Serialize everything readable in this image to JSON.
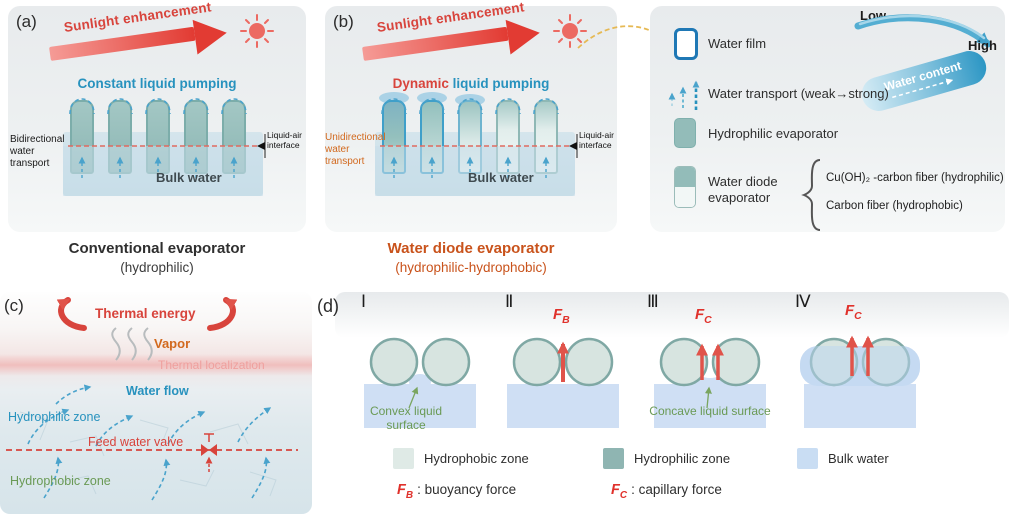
{
  "panel_a": {
    "label": "(a)",
    "sunlight": "Sunlight enhancement",
    "pumping": "Constant liquid pumping",
    "transport_label": "Bidirectional water transport",
    "interface_label": "Liquid-air interface",
    "bulk_water": "Bulk water",
    "title": "Conventional evaporator",
    "subtitle": "(hydrophilic)"
  },
  "panel_b": {
    "label": "(b)",
    "sunlight": "Sunlight enhancement",
    "pumping_accent": "Dynamic",
    "pumping_rest": "liquid pumping",
    "transport_label": "Unidirectional water transport",
    "interface_label": "Liquid-air interface",
    "bulk_water": "Bulk water",
    "title": "Water diode evaporator",
    "subtitle": "(hydrophilic-hydrophobic)"
  },
  "legend": {
    "water_film": "Water film",
    "water_transport": "Water transport (weak→strong)",
    "hydrophilic": "Hydrophilic evaporator",
    "water_diode": "Water diode evaporator",
    "diode_hydrophilic": "Cu(OH)₂ -carbon fiber (hydrophilic)",
    "diode_hydrophobic": "Carbon fiber (hydrophobic)",
    "low": "Low",
    "high": "High",
    "water_content": "Water content"
  },
  "panel_c": {
    "label": "(c)",
    "thermal_energy": "Thermal energy",
    "vapor": "Vapor",
    "thermal_localization": "Thermal localization",
    "water_flow": "Water flow",
    "hydrophilic_zone": "Hydrophilic zone",
    "feed_water_valve": "Feed water valve",
    "hydrophobic_zone": "Hydrophobic zone"
  },
  "panel_d": {
    "label": "(d)",
    "stages": [
      "Ⅰ",
      "Ⅱ",
      "Ⅲ",
      "Ⅳ"
    ],
    "convex_label": "Convex liquid surface",
    "concave_label": "Concave liquid surface",
    "force_f": "F",
    "force_b_sub": "B",
    "force_c_sub": "C",
    "legend": [
      "Hydrophobic zone",
      "Hydrophilic zone",
      "Bulk water"
    ],
    "buoyancy_desc": ": buoyancy force",
    "capillary_desc": ": capillary force"
  },
  "colors": {
    "accent_red": "#d8443c",
    "accent_blue": "#2792be",
    "accent_orange": "#d2691e",
    "hydrophilic_teal": "#8fb5b2",
    "hydrophobic_light": "#dfeae6",
    "bulk_water_blue": "#c9ddf3",
    "green_label": "#6a9a55"
  }
}
